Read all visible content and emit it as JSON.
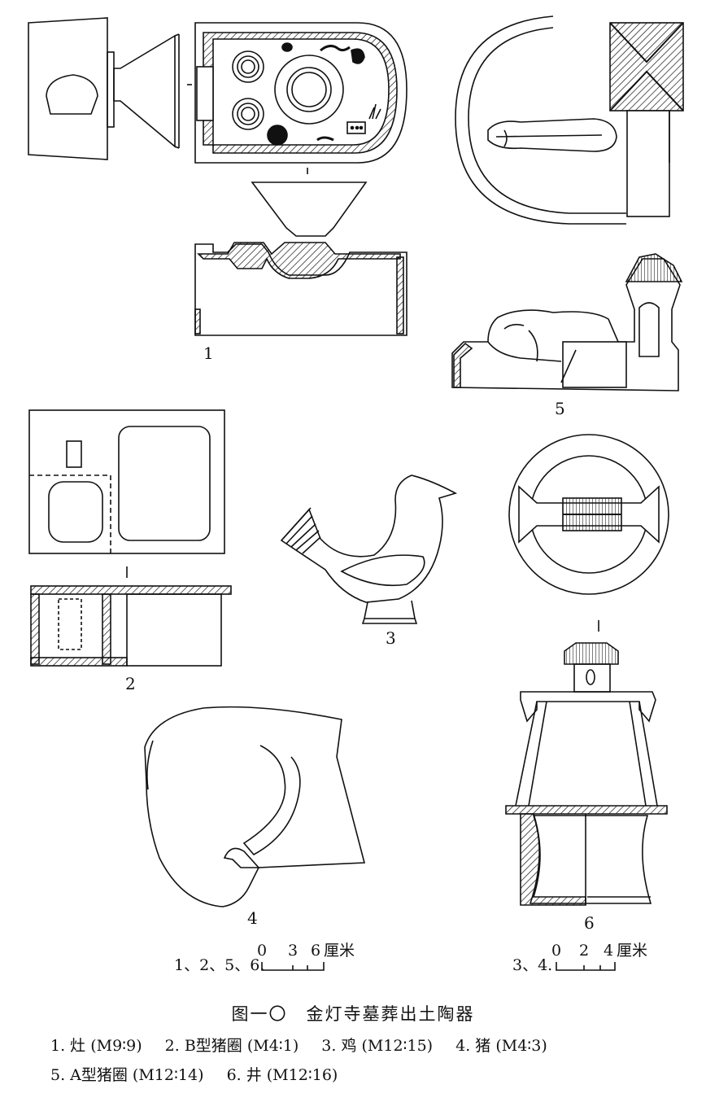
{
  "figure": {
    "labels": {
      "n1": "1",
      "n2": "2",
      "n3": "3",
      "n4": "4",
      "n5": "5",
      "n6": "6"
    },
    "scale_left": {
      "prefix": "1、2、5、6.",
      "ticks": [
        "0",
        "3",
        "6"
      ],
      "unit": "厘米"
    },
    "scale_right": {
      "prefix": "3、4.",
      "ticks": [
        "0",
        "2",
        "4"
      ],
      "unit": "厘米"
    }
  },
  "caption": {
    "title": "图一〇　金灯寺墓葬出土陶器",
    "items": [
      "1. 灶 (M9∶9)",
      "2. B型猪圈 (M4∶1)",
      "3. 鸡 (M12∶15)",
      "4. 猪 (M4∶3)",
      "5. A型猪圈 (M12∶14)",
      "6. 井 (M12∶16)"
    ]
  }
}
